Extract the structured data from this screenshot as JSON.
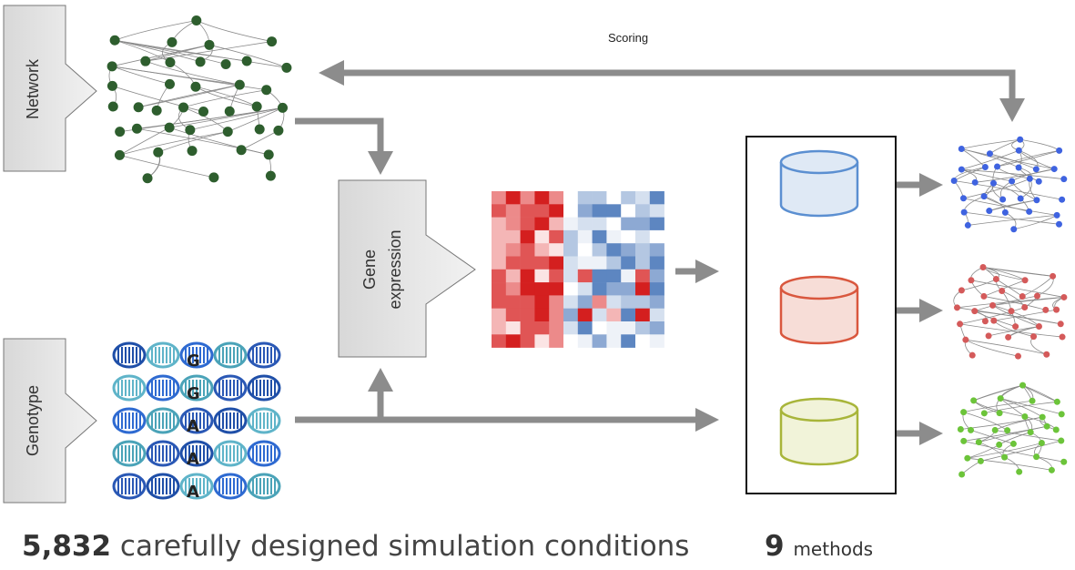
{
  "labels": {
    "network": "Network",
    "genotype": "Genotype",
    "gene_expression_line1": "Gene",
    "gene_expression_line2": "expression",
    "scoring": "Scoring"
  },
  "genotype_bases": [
    "G",
    "G",
    "A",
    "A",
    "A"
  ],
  "bottom": {
    "count": "5,832",
    "count_text": "carefully designed simulation conditions",
    "methods_count": "9",
    "methods_text": "methods"
  },
  "colors": {
    "network": "#2e5e2e",
    "arrow": "#8c8c8c",
    "box": "#e3e3e3",
    "method_blue": "#5b8fd1",
    "method_red": "#d9573e",
    "method_green": "#a8b53a",
    "net_blue": "#3f63e0",
    "net_red": "#d45a5a",
    "net_green": "#6cc43a"
  }
}
